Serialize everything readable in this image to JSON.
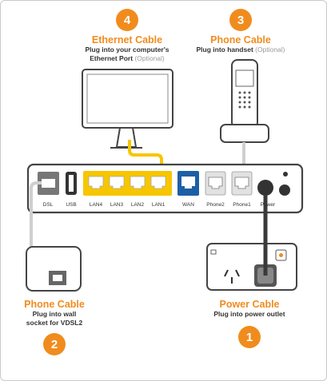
{
  "steps": {
    "ethernet": {
      "number": "4",
      "title": "Ethernet Cable",
      "desc_line1": "Plug into your computer's",
      "desc_line2": "Ethernet Port",
      "optional": "(Optional)"
    },
    "handset": {
      "number": "3",
      "title": "Phone Cable",
      "desc_line1": "Plug into handset",
      "optional": "(Optional)"
    },
    "wall": {
      "number": "2",
      "title": "Phone Cable",
      "desc_line1": "Plug into wall",
      "desc_line2": "socket for VDSL2"
    },
    "power": {
      "number": "1",
      "title": "Power Cable",
      "desc_line1": "Plug into power outlet"
    }
  },
  "ports": {
    "dsl": "DSL",
    "usb": "USB",
    "lan4": "LAN4",
    "lan3": "LAN3",
    "lan2": "LAN2",
    "lan1": "LAN1",
    "wan": "WAN",
    "phone2": "Phone2",
    "phone1": "Phone1",
    "power": "Power"
  },
  "colors": {
    "accent": "#f08c1e",
    "lan_yellow": "#f7c600",
    "wan_blue": "#1d5fa6",
    "cable_grey": "#cccccc",
    "power_cable": "#3a3a3a"
  }
}
